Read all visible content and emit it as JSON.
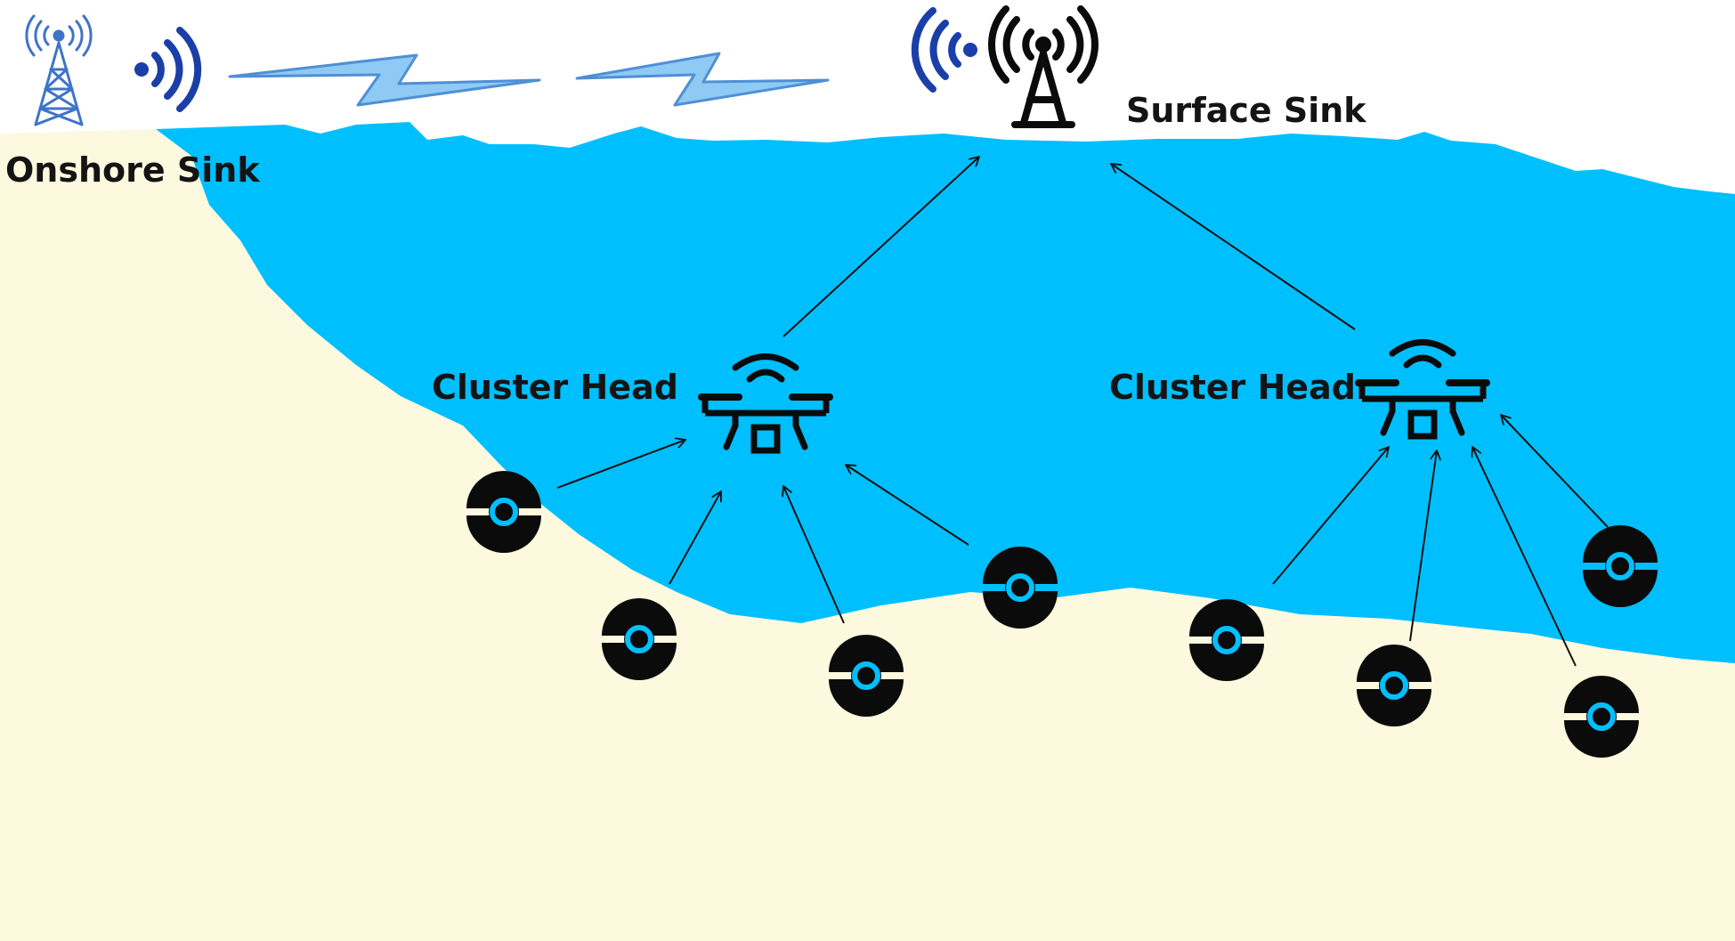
{
  "labels": {
    "onshore_sink": "Onshore Sink",
    "surface_sink": "Surface Sink",
    "cluster_head_left": "Cluster Head",
    "cluster_head_right": "Cluster Head"
  },
  "colors": {
    "water": "#00bfff",
    "seabed": "#fdf9df",
    "sky": "#ffffff",
    "onshore_tower": "#3f73c9",
    "radio_waves": "#1b3fa8",
    "wireless_link": "#5f9ee0",
    "icons": "#0b0b0b",
    "sensor_ring": "#00bfff"
  },
  "icons": {
    "onshore_sink": "transmission-tower-icon",
    "surface_sink": "broadcast-antenna-icon",
    "cluster_head": "drone-wifi-icon",
    "sensor_node": "sensor-node-icon",
    "link": "lightning-bolt-icon"
  }
}
